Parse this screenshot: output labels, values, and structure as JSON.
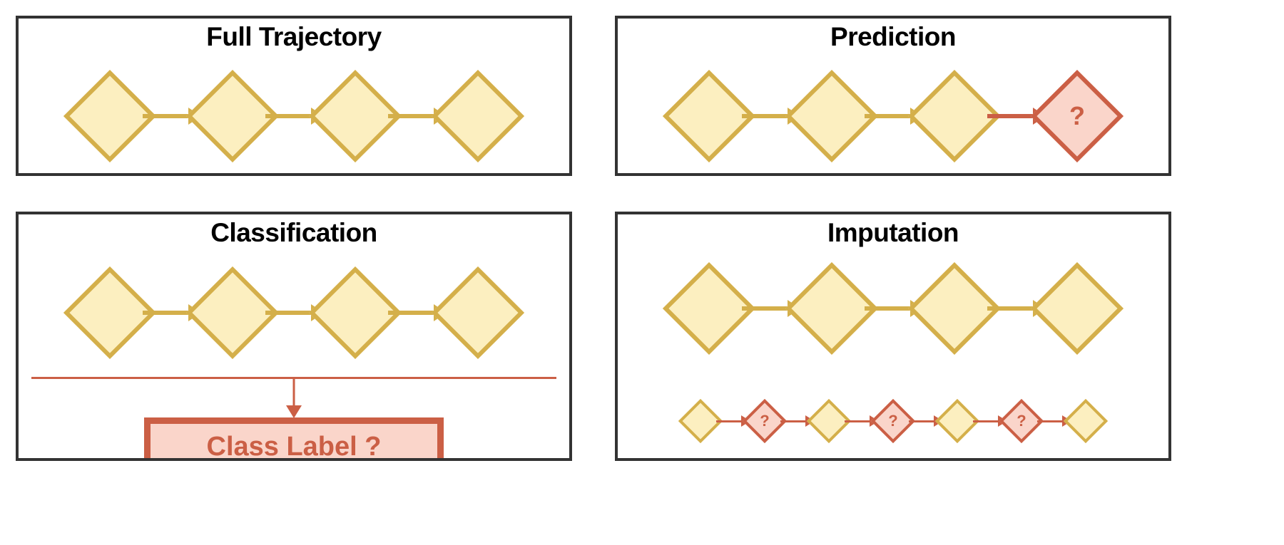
{
  "figure": {
    "background": "#ffffff",
    "panel_border_color": "#333333",
    "colors": {
      "observed_fill": "#FCEFC0",
      "observed_stroke": "#D4AF4A",
      "missing_fill": "#FAD5CA",
      "missing_stroke": "#CB5F45"
    }
  },
  "panels": [
    {
      "id": "full-trajectory",
      "title": "Full Trajectory",
      "rows": [
        {
          "id": "main-sequence",
          "size": "big",
          "nodes": [
            {
              "kind": "observed",
              "label": ""
            },
            {
              "kind": "observed",
              "label": ""
            },
            {
              "kind": "observed",
              "label": ""
            },
            {
              "kind": "observed",
              "label": ""
            }
          ],
          "connectors": [
            "observed",
            "observed",
            "observed"
          ]
        }
      ]
    },
    {
      "id": "prediction",
      "title": "Prediction",
      "rows": [
        {
          "id": "main-sequence",
          "size": "big",
          "nodes": [
            {
              "kind": "observed",
              "label": ""
            },
            {
              "kind": "observed",
              "label": ""
            },
            {
              "kind": "observed",
              "label": ""
            },
            {
              "kind": "missing",
              "label": "?"
            }
          ],
          "connectors": [
            "observed",
            "observed",
            "missing"
          ]
        }
      ]
    },
    {
      "id": "classification",
      "title": "Classification",
      "rows": [
        {
          "id": "main-sequence",
          "size": "big",
          "nodes": [
            {
              "kind": "observed",
              "label": ""
            },
            {
              "kind": "observed",
              "label": ""
            },
            {
              "kind": "observed",
              "label": ""
            },
            {
              "kind": "observed",
              "label": ""
            }
          ],
          "connectors": [
            "observed",
            "observed",
            "observed"
          ]
        }
      ],
      "class_label_box": "Class Label ?"
    },
    {
      "id": "imputation",
      "title": "Imputation",
      "rows": [
        {
          "id": "main-sequence",
          "size": "big",
          "nodes": [
            {
              "kind": "observed",
              "label": ""
            },
            {
              "kind": "observed",
              "label": ""
            },
            {
              "kind": "observed",
              "label": ""
            },
            {
              "kind": "observed",
              "label": ""
            }
          ],
          "connectors": [
            "observed",
            "observed",
            "observed"
          ]
        },
        {
          "id": "gapped-sequence",
          "size": "small",
          "nodes": [
            {
              "kind": "observed",
              "label": ""
            },
            {
              "kind": "missing",
              "label": "?"
            },
            {
              "kind": "observed",
              "label": ""
            },
            {
              "kind": "missing",
              "label": "?"
            },
            {
              "kind": "observed",
              "label": ""
            },
            {
              "kind": "missing",
              "label": "?"
            },
            {
              "kind": "observed",
              "label": ""
            }
          ],
          "connectors": [
            "missing",
            "missing",
            "missing",
            "missing",
            "missing",
            "missing"
          ]
        }
      ]
    }
  ]
}
